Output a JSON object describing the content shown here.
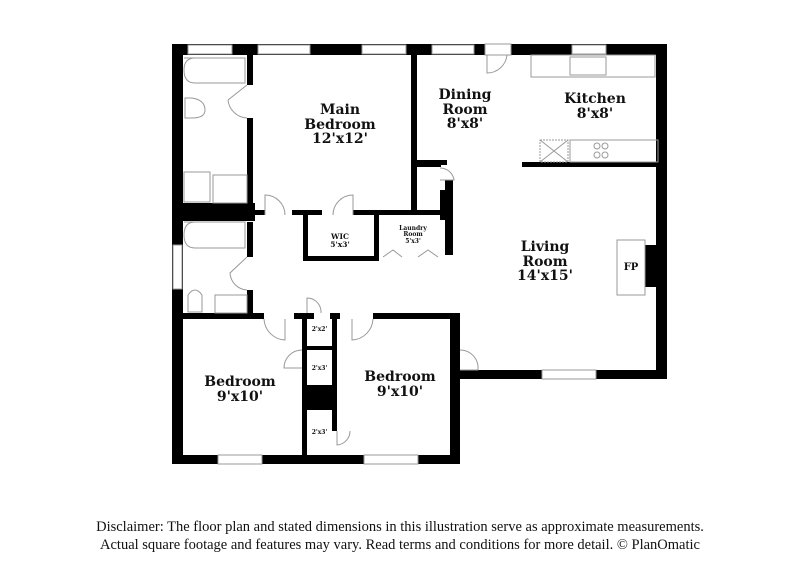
{
  "floor_plan": {
    "rooms": [
      {
        "id": "main-bedroom",
        "name_lines": [
          "Main",
          "Bedroom"
        ],
        "dimensions": "12'x12'"
      },
      {
        "id": "dining-room",
        "name_lines": [
          "Dining",
          "Room"
        ],
        "dimensions": "8'x8'"
      },
      {
        "id": "kitchen",
        "name_lines": [
          "Kitchen"
        ],
        "dimensions": "8'x8'"
      },
      {
        "id": "wic",
        "name_lines": [
          "WIC"
        ],
        "dimensions": "5'x3'"
      },
      {
        "id": "laundry-room",
        "name_lines": [
          "Laundry",
          "Room"
        ],
        "dimensions": "5'x3'"
      },
      {
        "id": "living-room",
        "name_lines": [
          "Living",
          "Room"
        ],
        "dimensions": "14'x15'"
      },
      {
        "id": "bedroom-left",
        "name_lines": [
          "Bedroom"
        ],
        "dimensions": "9'x10'"
      },
      {
        "id": "bedroom-right",
        "name_lines": [
          "Bedroom"
        ],
        "dimensions": "9'x10'"
      },
      {
        "id": "closet-top",
        "name_lines": [],
        "dimensions": "2'x2'"
      },
      {
        "id": "closet-middle",
        "name_lines": [],
        "dimensions": "2'x3'"
      },
      {
        "id": "closet-bottom",
        "name_lines": [],
        "dimensions": "2'x3'"
      }
    ],
    "fixtures": {
      "fireplace_label": "FP"
    }
  },
  "disclaimer": {
    "line1": "Disclaimer: The floor plan and stated dimensions in this illustration serve as approximate measurements.",
    "line2": "Actual square footage and features may vary. Read terms and conditions for more detail. © PlanOmatic"
  },
  "colors": {
    "wall": "#000000",
    "fixture_line": "#888888",
    "background": "#ffffff"
  }
}
